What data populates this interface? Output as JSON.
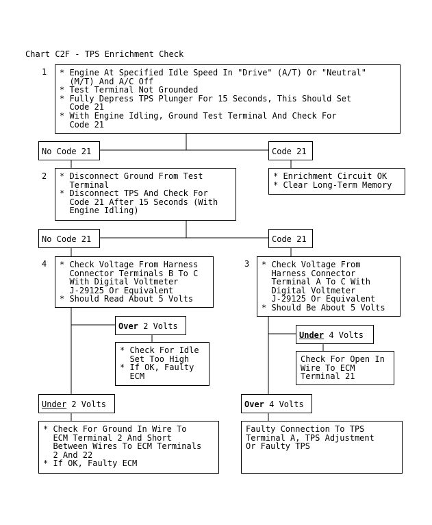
{
  "title": "Chart C2F - TPS Enrichment Check",
  "step1": {
    "number": "1",
    "text": "* Engine At Specified Idle Speed In \"Drive\" (A/T) Or \"Neutral\"\n  (M/T) And A/C Off\n* Test Terminal Not Grounded\n* Fully Depress TPS Plunger For 15 Seconds, This Should Set\n  Code 21\n* With Engine Idling, Ground Test Terminal And Check For\n  Code 21"
  },
  "branch1": {
    "no_code": "No Code 21",
    "code": "Code 21"
  },
  "step2": {
    "number": "2",
    "text": "* Disconnect Ground From Test\n  Terminal\n* Disconnect TPS And Check For\n  Code 21 After 15 Seconds (With\n  Engine Idling)"
  },
  "enrichment": {
    "text": "* Enrichment Circuit OK\n* Clear Long-Term Memory"
  },
  "branch2": {
    "no_code": "No Code 21",
    "code": "Code 21"
  },
  "step4": {
    "number": "4",
    "text": "* Check Voltage From Harness\n  Connector Terminals B To C\n  With Digital Voltmeter\n  J-29125 Or Equivalent\n* Should Read About 5 Volts"
  },
  "step3": {
    "number": "3",
    "text": "* Check Voltage From\n  Harness Connector\n  Terminal A To C With\n  Digital Voltmeter\n  J-29125 Or Equivalent\n* Should Be About 5 Volts"
  },
  "over2": {
    "keyword": "Over",
    "rest": " 2 Volts"
  },
  "idle_check": {
    "text": "* Check For Idle\n  Set Too High\n* If OK, Faulty\n  ECM"
  },
  "under4": {
    "keyword": "Under",
    "rest": " 4 Volts"
  },
  "open_check": {
    "text": "Check For Open In\nWire To ECM\nTerminal 21"
  },
  "under2": {
    "keyword": "Under",
    "rest": " 2 Volts"
  },
  "over4": {
    "keyword": "Over",
    "rest": " 4 Volts"
  },
  "ground_check": {
    "text": "* Check For Ground In Wire To\n  ECM Terminal 2 And Short\n  Between Wires To ECM Terminals\n  2 And 22\n* If OK, Faulty ECM"
  },
  "faulty_conn": {
    "text": "Faulty Connection To TPS\nTerminal A, TPS Adjustment\nOr Faulty TPS"
  }
}
